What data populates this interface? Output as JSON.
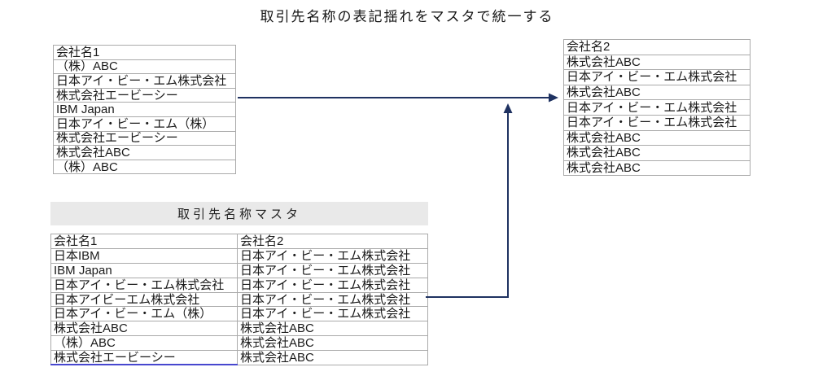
{
  "page_title": "取引先名称の表記揺れをマスタで統一する",
  "colors": {
    "arrow": "#1f3261",
    "table_border": "#aaaaaa",
    "master_banner_bg": "#e9e9e9",
    "bottom_highlight": "#4747cf",
    "text": "#1a1a1a"
  },
  "source_table": {
    "header": "会社名1",
    "rows": [
      "（株）ABC",
      "日本アイ・ビー・エム株式会社",
      "株式会社エービーシー",
      "IBM Japan",
      "日本アイ・ビー・エム（株）",
      "株式会社エービーシー",
      "株式会社ABC",
      "（株）ABC"
    ]
  },
  "result_table": {
    "header": "会社名2",
    "rows": [
      "株式会社ABC",
      "日本アイ・ビー・エム株式会社",
      "株式会社ABC",
      "日本アイ・ビー・エム株式会社",
      "日本アイ・ビー・エム株式会社",
      "株式会社ABC",
      "株式会社ABC",
      "株式会社ABC"
    ]
  },
  "master_table": {
    "title": "取引先名称マスタ",
    "headers": {
      "col1": "会社名1",
      "col2": "会社名2"
    },
    "rows": [
      {
        "col1": "日本IBM",
        "col2": "日本アイ・ビー・エム株式会社"
      },
      {
        "col1": "IBM Japan",
        "col2": "日本アイ・ビー・エム株式会社"
      },
      {
        "col1": "日本アイ・ビー・エム株式会社",
        "col2": "日本アイ・ビー・エム株式会社"
      },
      {
        "col1": "日本アイビーエム株式会社",
        "col2": "日本アイ・ビー・エム株式会社"
      },
      {
        "col1": "日本アイ・ビー・エム（株）",
        "col2": "日本アイ・ビー・エム株式会社"
      },
      {
        "col1": "株式会社ABC",
        "col2": "株式会社ABC"
      },
      {
        "col1": "（株）ABC",
        "col2": "株式会社ABC"
      },
      {
        "col1": "株式会社エービーシー",
        "col2": "株式会社ABC"
      }
    ]
  }
}
